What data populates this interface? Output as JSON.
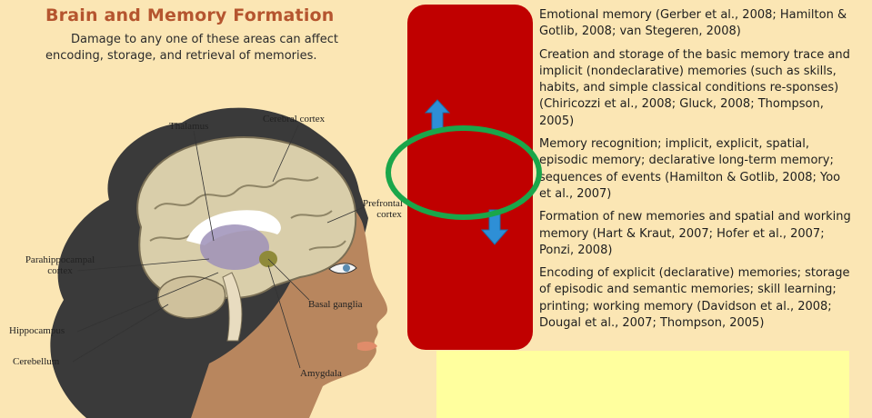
{
  "slide": {
    "title": "Brain and Memory Formation",
    "subtitle": "Damage to any one of these areas can affect encoding, storage, and retrieval of memories."
  },
  "labels": {
    "thalamus": "Thalamus",
    "cerebral_cortex": "Cerebral cortex",
    "prefrontal_cortex_1": "Prefrontal",
    "prefrontal_cortex_2": "cortex",
    "parahippocampal_cortex_1": "Parahippocampal",
    "parahippocampal_cortex_2": "cortex",
    "basal_ganglia": "Basal ganglia",
    "hippocampus": "Hippocampus",
    "cerebellum": "Cerebellum",
    "amygdala": "Amygdala"
  },
  "descriptions": [
    "Emotional memory (Gerber et al., 2008; Hamilton & Gotlib, 2008; van Stegeren, 2008)",
    "Creation and storage of the basic memory trace and implicit (nondeclarative) memories (such as skills, habits, and simple classical conditions re-sponses) (Chiricozzi et al., 2008; Gluck, 2008; Thompson, 2005)",
    "Memory recognition; implicit, explicit, spatial, episodic memory; declarative long-term memory; sequences of events (Hamilton & Gotlib, 2008; Yoo et al., 2007)",
    "Formation of new memories and spatial and working memory (Hart & Kraut, 2007; Hofer et al., 2007; Ponzi, 2008)",
    "Encoding of explicit (declarative) memories; storage of episodic and semantic memories; skill learning; printing; working memory (Davidson et al., 2008; Dougal et al., 2007; Thompson, 2005)"
  ],
  "colors": {
    "background": "#fbe6b4",
    "title": "#b5552f",
    "red_panel": "#c00000",
    "green_ring": "#1aa64a",
    "arrow": "#2e8fd6",
    "yellow_box": "#ffff9e"
  }
}
